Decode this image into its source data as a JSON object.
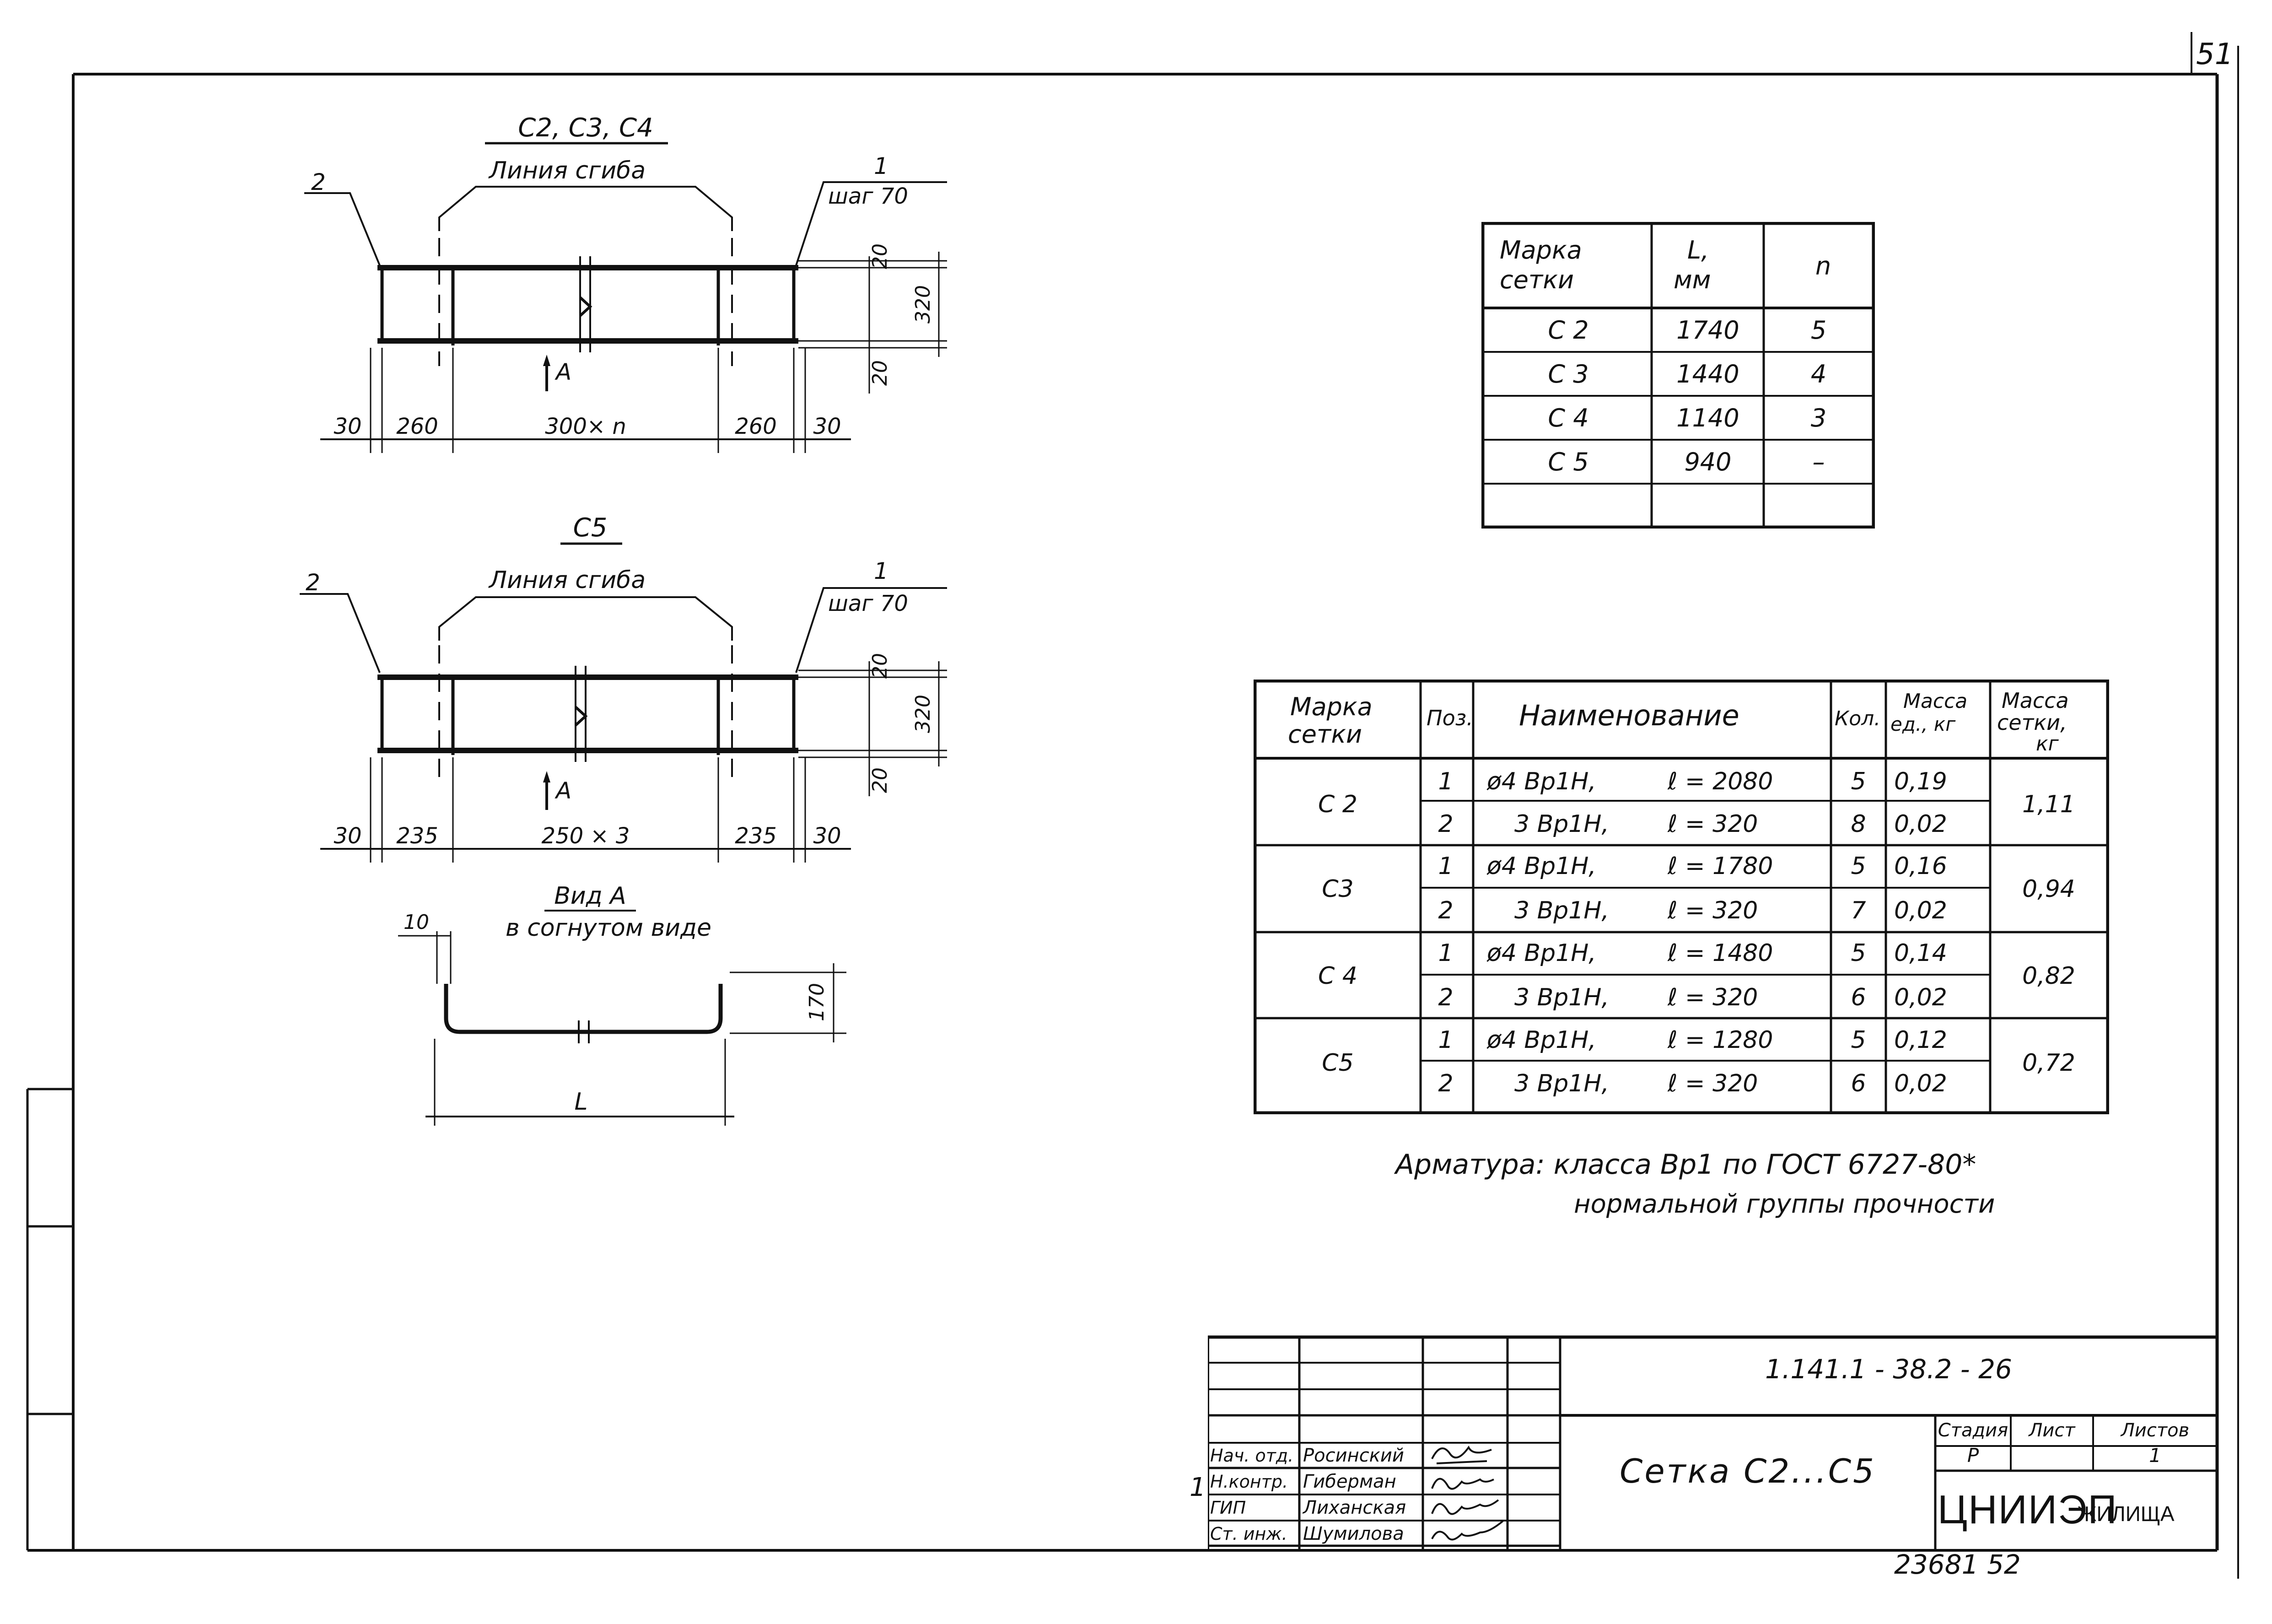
{
  "sheet": {
    "corner_number": "51",
    "stamp_bottom": "23681   52"
  },
  "drawing1": {
    "title": "С2, С3, С4",
    "bend_label": "Линия сгиба",
    "callout_left": "2",
    "callout_right": "1",
    "pitch": "шаг 70",
    "dim_top": "20",
    "dim_mid": "320",
    "dim_bot": "20",
    "view_marker": "А",
    "bottom_dims": [
      "30",
      "260",
      "300× n",
      "260",
      "30"
    ]
  },
  "drawing2": {
    "title": "С5",
    "bend_label": "Линия сгиба",
    "callout_left": "2",
    "callout_right": "1",
    "pitch": "шаг 70",
    "dim_top": "20",
    "dim_mid": "320",
    "dim_bot": "20",
    "view_marker": "А",
    "bottom_dims": [
      "30",
      "235",
      "250 × 3",
      "235",
      "30"
    ]
  },
  "view_a": {
    "title": "Вид А",
    "subtitle": "в согнутом виде",
    "dim_left": "10",
    "dim_height": "170",
    "dim_length": "L"
  },
  "table_lengths": {
    "headers": [
      "Марка сетки",
      "L, мм",
      "n"
    ],
    "rows": [
      [
        "С 2",
        "1740",
        "5"
      ],
      [
        "С 3",
        "1440",
        "4"
      ],
      [
        "С 4",
        "1140",
        "3"
      ],
      [
        "С 5",
        "940",
        "–"
      ],
      [
        "",
        "",
        ""
      ]
    ]
  },
  "table_spec": {
    "headers": [
      "Марка сетки",
      "Поз.",
      "Наименование",
      "Кол.",
      "Масса ед., кг",
      "Масса сетки, кг"
    ],
    "groups": [
      {
        "mark": "С 2",
        "total": "1,11",
        "rows": [
          {
            "pos": "1",
            "name": "ø4 Вр1Н,",
            "len": "ℓ = 2080",
            "qty": "5",
            "mass": "0,19"
          },
          {
            "pos": "2",
            "name": "3 Вр1Н,",
            "len": "ℓ = 320",
            "qty": "8",
            "mass": "0,02"
          }
        ]
      },
      {
        "mark": "С3",
        "total": "0,94",
        "rows": [
          {
            "pos": "1",
            "name": "ø4 Вр1Н,",
            "len": "ℓ = 1780",
            "qty": "5",
            "mass": "0,16"
          },
          {
            "pos": "2",
            "name": "3 Вр1Н,",
            "len": "ℓ = 320",
            "qty": "7",
            "mass": "0,02"
          }
        ]
      },
      {
        "mark": "С 4",
        "total": "0,82",
        "rows": [
          {
            "pos": "1",
            "name": "ø4 Вр1Н,",
            "len": "ℓ = 1480",
            "qty": "5",
            "mass": "0,14"
          },
          {
            "pos": "2",
            "name": "3 Вр1Н,",
            "len": "ℓ = 320",
            "qty": "6",
            "mass": "0,02"
          }
        ]
      },
      {
        "mark": "С5",
        "total": "0,72",
        "rows": [
          {
            "pos": "1",
            "name": "ø4 Вр1Н,",
            "len": "ℓ = 1280",
            "qty": "5",
            "mass": "0,12"
          },
          {
            "pos": "2",
            "name": "3 Вр1Н,",
            "len": "ℓ = 320",
            "qty": "6",
            "mass": "0,02"
          }
        ]
      }
    ]
  },
  "note": {
    "line1": "Арматура: класса Вр1 по ГОСТ 6727-80*",
    "line2": "нормальной группы прочности"
  },
  "title_block": {
    "code": "1.141.1 - 38.2 - 26",
    "name": "Сетка С2...С5",
    "stage_label": "Стадия",
    "sheet_label": "Лист",
    "sheets_label": "Листов",
    "stage": "Р",
    "sheets": "1",
    "org_big": "ЦНИИЭП",
    "org_small": "ЖИЛИЩА",
    "revision_mark": "1",
    "roles": [
      {
        "role": "Нач. отд.",
        "name": "Росинский"
      },
      {
        "role": "Н.контр.",
        "name": "Гиберман"
      },
      {
        "role": "ГИП",
        "name": "Лиханская"
      },
      {
        "role": "Ст. инж.",
        "name": "Шумилова"
      }
    ]
  }
}
